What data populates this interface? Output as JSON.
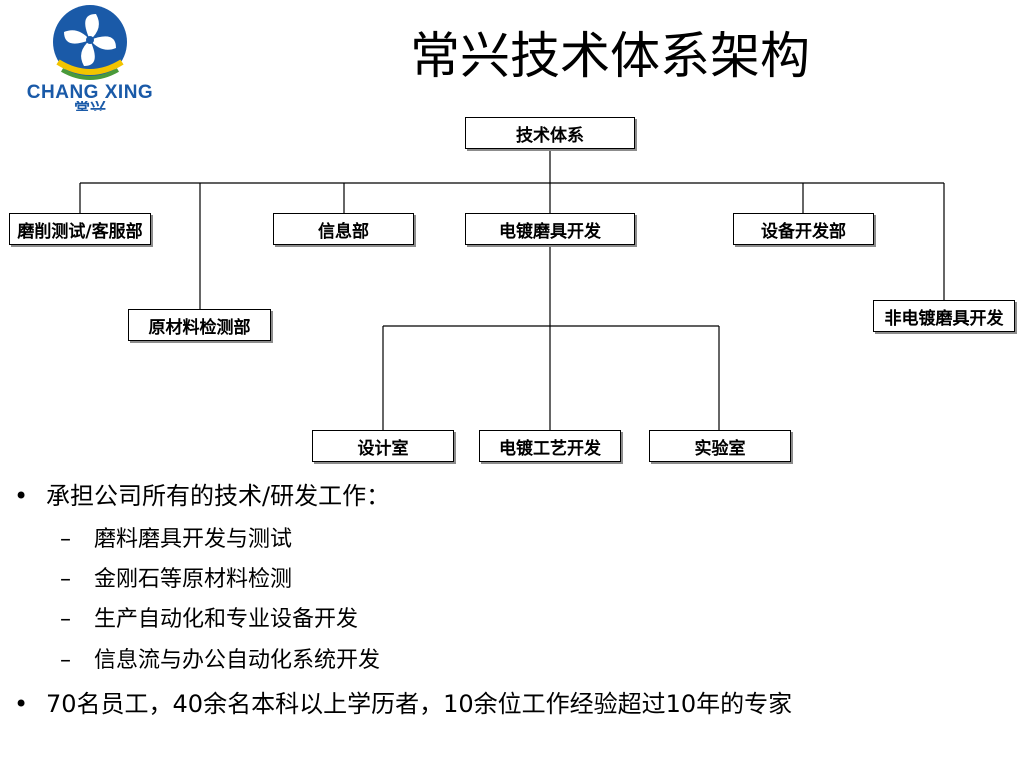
{
  "logo": {
    "text": "CHANG XING",
    "sub": "常兴",
    "colors": {
      "blue": "#1a5aa8",
      "yellow": "#f2c400",
      "green": "#4a9a3a"
    }
  },
  "title": "常兴技术体系架构",
  "org_chart": {
    "root": "技术体系",
    "departments": [
      "磨削测试/客服部",
      "原材料检测部",
      "信息部",
      "电镀磨具开发",
      "设备开发部",
      "非电镀磨具开发"
    ],
    "sub_units": [
      "设计室",
      "电镀工艺开发",
      "实验室"
    ]
  },
  "bullets": [
    {
      "text": "承担公司所有的技术/研发工作：",
      "children": [
        "磨料磨具开发与测试",
        "金刚石等原材料检测",
        "生产自动化和专业设备开发",
        "信息流与办公自动化系统开发"
      ]
    },
    {
      "text": "70名员工，40余名本科以上学历者，10余位工作经验超过10年的专家"
    }
  ],
  "markers": {
    "level1": "•",
    "level2": "–"
  }
}
